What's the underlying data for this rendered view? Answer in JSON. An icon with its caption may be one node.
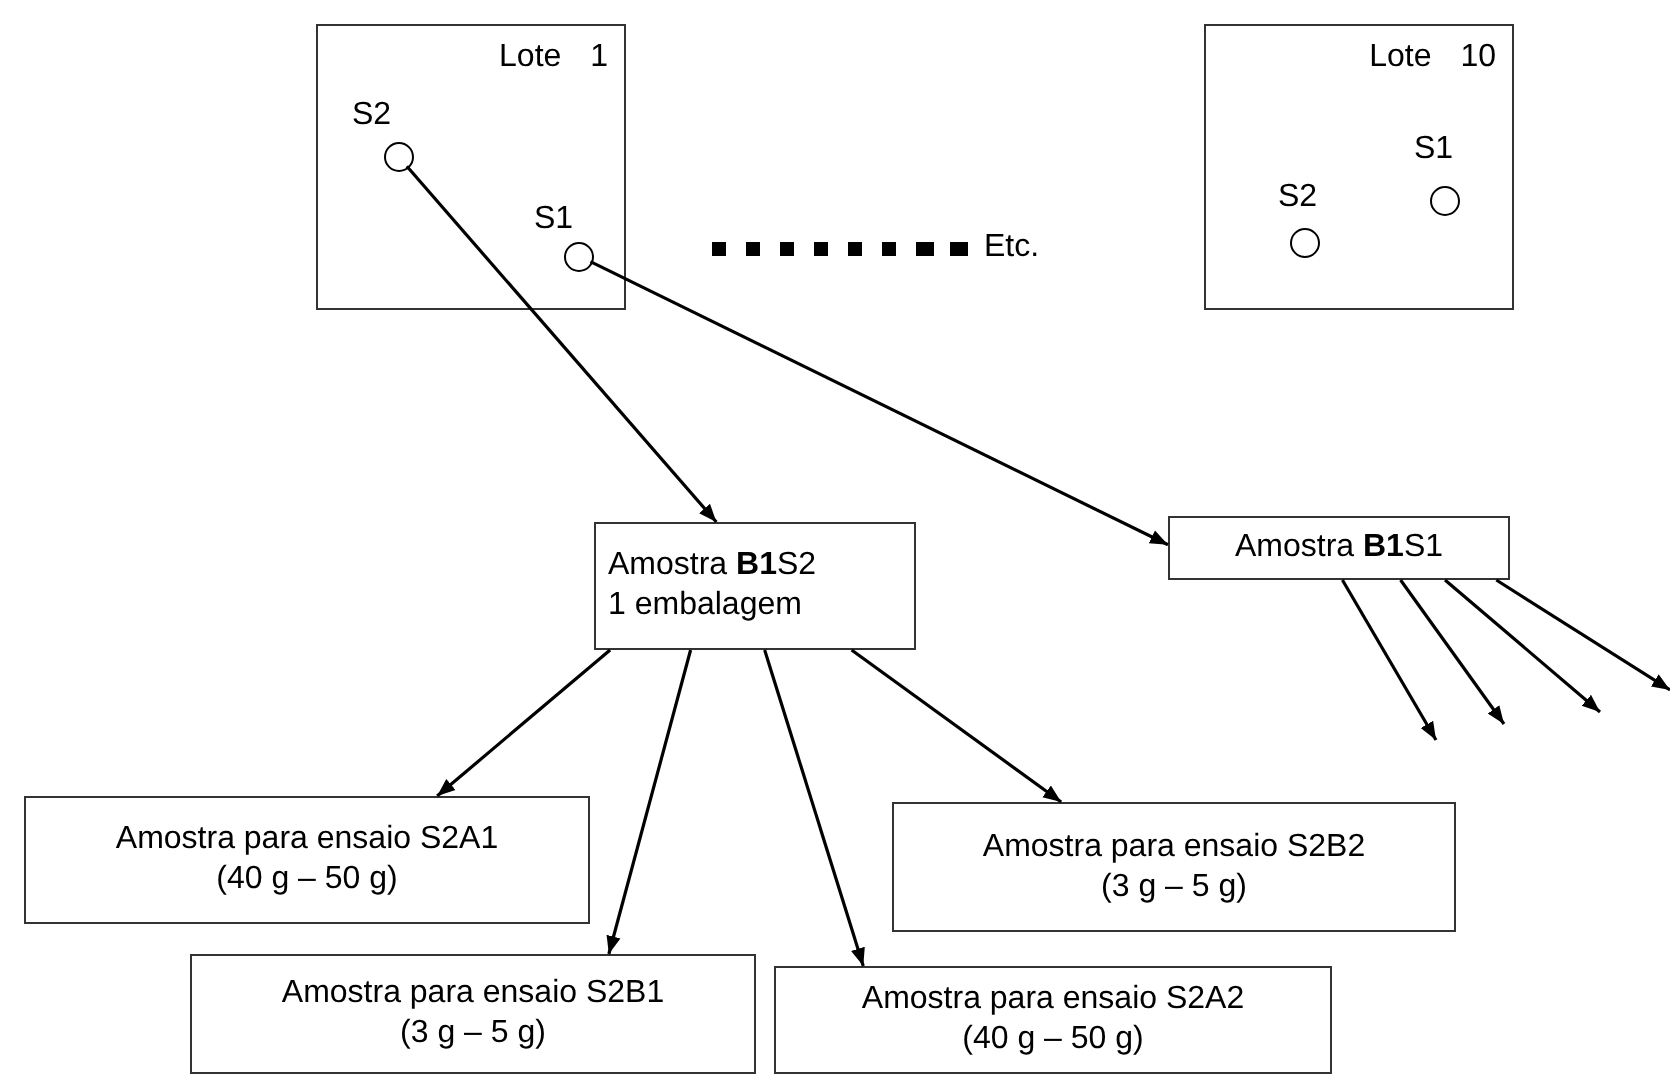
{
  "diagram": {
    "nodes": [
      {
        "text": [
          "Lote 1"
        ]
      },
      {
        "text": [
          "S2"
        ],
        "in": 0
      },
      {
        "text": [
          "S1"
        ],
        "in": 0
      },
      {
        "text": [
          "Lote 10"
        ]
      },
      {
        "text": [
          "S2"
        ],
        "in": 3
      },
      {
        "text": [
          "S1"
        ],
        "in": 3
      },
      {
        "text": [
          "Amostra **B1**S2",
          "1 embalagem"
        ]
      },
      {
        "text": [
          "Amostra **B1**S1"
        ]
      },
      {
        "text": [
          "Amostra para ensaio S2A1",
          "(40 g – 50 g)"
        ]
      },
      {
        "text": [
          "Amostra para ensaio S2B2",
          "(3 g – 5 g)"
        ]
      },
      {
        "text": [
          "Amostra para ensaio S2B1",
          "(3 g – 5 g)"
        ]
      },
      {
        "text": [
          "Amostra para ensaio S2A2",
          "(40 g – 50 g)"
        ]
      }
    ],
    "edges": [
      {
        "from": 1,
        "to": 6,
        "arrow": "to"
      },
      {
        "from": 2,
        "to": 7,
        "arrow": "to"
      },
      {
        "from": 6,
        "to": 8,
        "arrow": "to"
      },
      {
        "from": 6,
        "to": 10,
        "arrow": "to"
      },
      {
        "from": 6,
        "to": 11,
        "arrow": "to"
      },
      {
        "from": 6,
        "to": 9,
        "arrow": "to"
      },
      {
        "from": 7,
        "to": null,
        "arrow": "to"
      },
      {
        "from": 7,
        "to": null,
        "arrow": "to"
      },
      {
        "from": 7,
        "to": null,
        "arrow": "to"
      },
      {
        "from": 7,
        "to": null,
        "arrow": "to"
      }
    ],
    "labels": [
      "Etc."
    ]
  }
}
